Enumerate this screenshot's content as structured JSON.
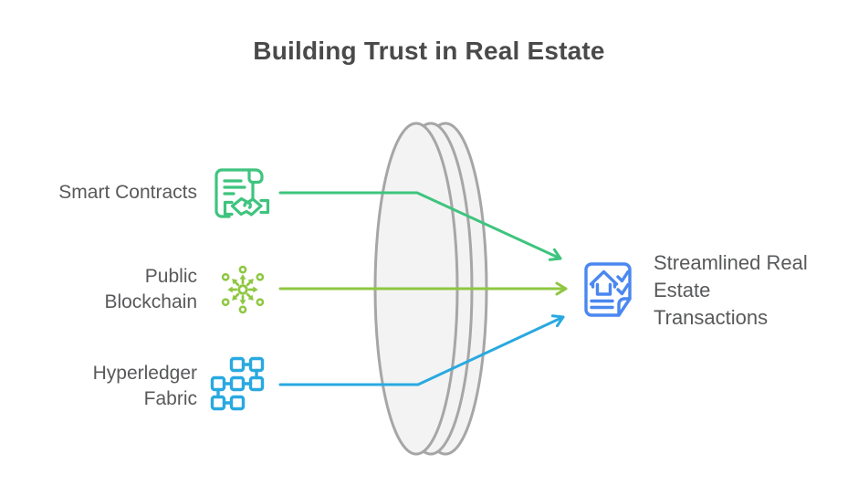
{
  "title": "Building Trust in Real Estate",
  "colors": {
    "green": "#3EC47E",
    "olive": "#8FC742",
    "blue": "#29A9E0",
    "doc_blue": "#4A87F0",
    "text": "#58595B",
    "title_text": "#4A4A4A",
    "lens_stroke": "#A6A6A6",
    "lens_fill": "#F3F3F3",
    "bg": "#FFFFFF"
  },
  "inputs": [
    {
      "name": "smart-contracts",
      "lines": [
        "Smart Contracts"
      ],
      "icon": "contract-handshake-icon",
      "color": "#3EC47E"
    },
    {
      "name": "public-blockchain",
      "lines": [
        "Public",
        "Blockchain"
      ],
      "icon": "network-hub-icon",
      "color": "#8FC742"
    },
    {
      "name": "hyperledger-fabric",
      "lines": [
        "Hyperledger",
        "Fabric"
      ],
      "icon": "linked-blocks-icon",
      "color": "#29A9E0"
    }
  ],
  "output": {
    "name": "streamlined-transactions",
    "lines": [
      "Streamlined Real",
      "Estate",
      "Transactions"
    ],
    "icon": "document-check-icon",
    "color": "#4A87F0"
  },
  "lens": {
    "shape": "elliptical-disc",
    "fill": "#F3F3F3",
    "stroke": "#A6A6A6"
  }
}
